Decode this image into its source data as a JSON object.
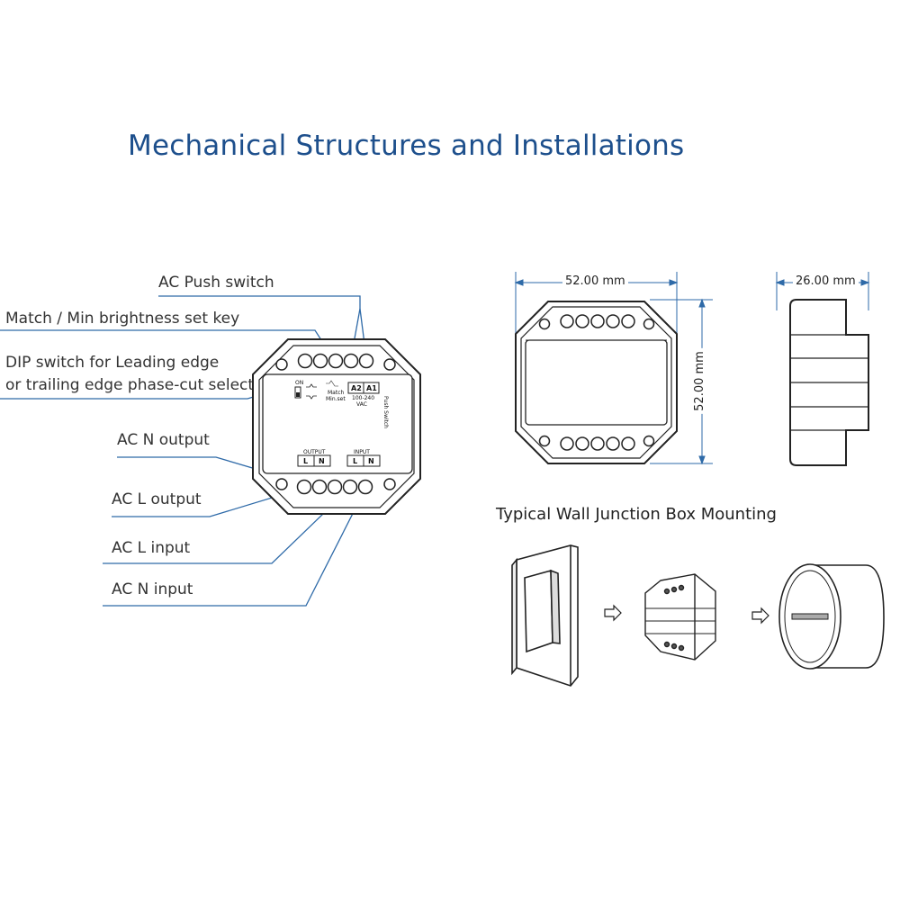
{
  "title": "Mechanical Structures and Installations",
  "callouts": {
    "push_switch": "AC Push switch",
    "match_key": "Match / Min brightness set key",
    "dip_line1": "DIP switch for Leading edge",
    "dip_line2": "or trailing edge phase-cut select",
    "n_output": "AC N output",
    "l_output": "AC L output",
    "l_input": "AC L input",
    "n_input": "AC N input"
  },
  "device_labels": {
    "on": "ON",
    "match": "Match",
    "min_set": "Min.set",
    "a2": "A2",
    "a1": "A1",
    "voltage": "100-240",
    "vac": "VAC",
    "push_switch": "Push Switch",
    "output": "OUTPUT",
    "input": "INPUT",
    "l": "L",
    "n": "N"
  },
  "dimensions": {
    "width": "52.00 mm",
    "height": "52.00 mm",
    "depth": "26.00 mm"
  },
  "mounting_title": "Typical Wall Junction Box Mounting",
  "colors": {
    "title": "#1d4f8c",
    "leader": "#2e6aa8",
    "outline": "#222222",
    "dimension": "#2e6aa8"
  }
}
